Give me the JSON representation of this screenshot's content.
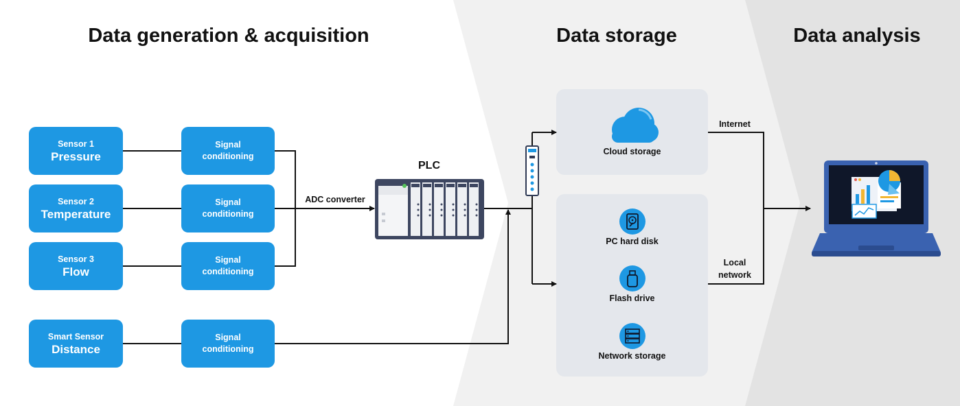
{
  "titles": {
    "acquisition": "Data generation & acquisition",
    "storage": "Data storage",
    "analysis": "Data analysis"
  },
  "sensors": [
    {
      "line1": "Sensor 1",
      "line2": "Pressure"
    },
    {
      "line1": "Sensor 2",
      "line2": "Temperature"
    },
    {
      "line1": "Sensor 3",
      "line2": "Flow"
    },
    {
      "line1": "Smart Sensor",
      "line2": "Distance"
    }
  ],
  "conditioning": [
    {
      "line1": "Signal",
      "line2": "conditioning"
    },
    {
      "line1": "Signal",
      "line2": "conditioning"
    },
    {
      "line1": "Signal",
      "line2": "conditioning"
    },
    {
      "line1": "Signal",
      "line2": "conditioning"
    }
  ],
  "adc_label": "ADC converter",
  "plc_label": "PLC",
  "storage": {
    "cloud": "Cloud storage",
    "hdd": "PC hard disk",
    "flash": "Flash drive",
    "network": "Network storage"
  },
  "links": {
    "internet": "Internet",
    "local_line1": "Local",
    "local_line2": "network"
  },
  "colors": {
    "accent": "#1e98e3",
    "panel": "#e4e7ec",
    "band_storage": "#f1f1f1",
    "band_analysis": "#e3e3e3"
  },
  "icons": [
    "cloud-icon",
    "hard-disk-icon",
    "flash-drive-icon",
    "server-icon",
    "network-switch-icon",
    "plc-icon",
    "laptop-icon"
  ]
}
